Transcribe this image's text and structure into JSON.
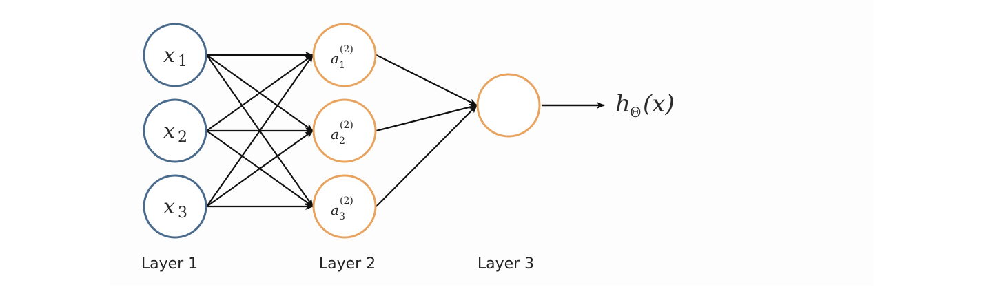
{
  "colors": {
    "background": "#ffffff",
    "panel": "#fdfdfd",
    "input_node": "#4a6a8c",
    "hidden_node": "#e8a35e",
    "edge": "#111111"
  },
  "layers": [
    {
      "label": "Layer 1",
      "nodes": [
        {
          "symbol": "x",
          "sub": "1"
        },
        {
          "symbol": "x",
          "sub": "2"
        },
        {
          "symbol": "x",
          "sub": "3"
        }
      ]
    },
    {
      "label": "Layer 2",
      "nodes": [
        {
          "symbol": "a",
          "sub": "1",
          "sup": "(2)"
        },
        {
          "symbol": "a",
          "sub": "2",
          "sup": "(2)"
        },
        {
          "symbol": "a",
          "sub": "3",
          "sup": "(2)"
        }
      ]
    },
    {
      "label": "Layer 3",
      "nodes": [
        {
          "symbol": "",
          "sub": ""
        }
      ]
    }
  ],
  "output": {
    "fn": "h",
    "sub": "Θ",
    "arg": "(x)"
  }
}
